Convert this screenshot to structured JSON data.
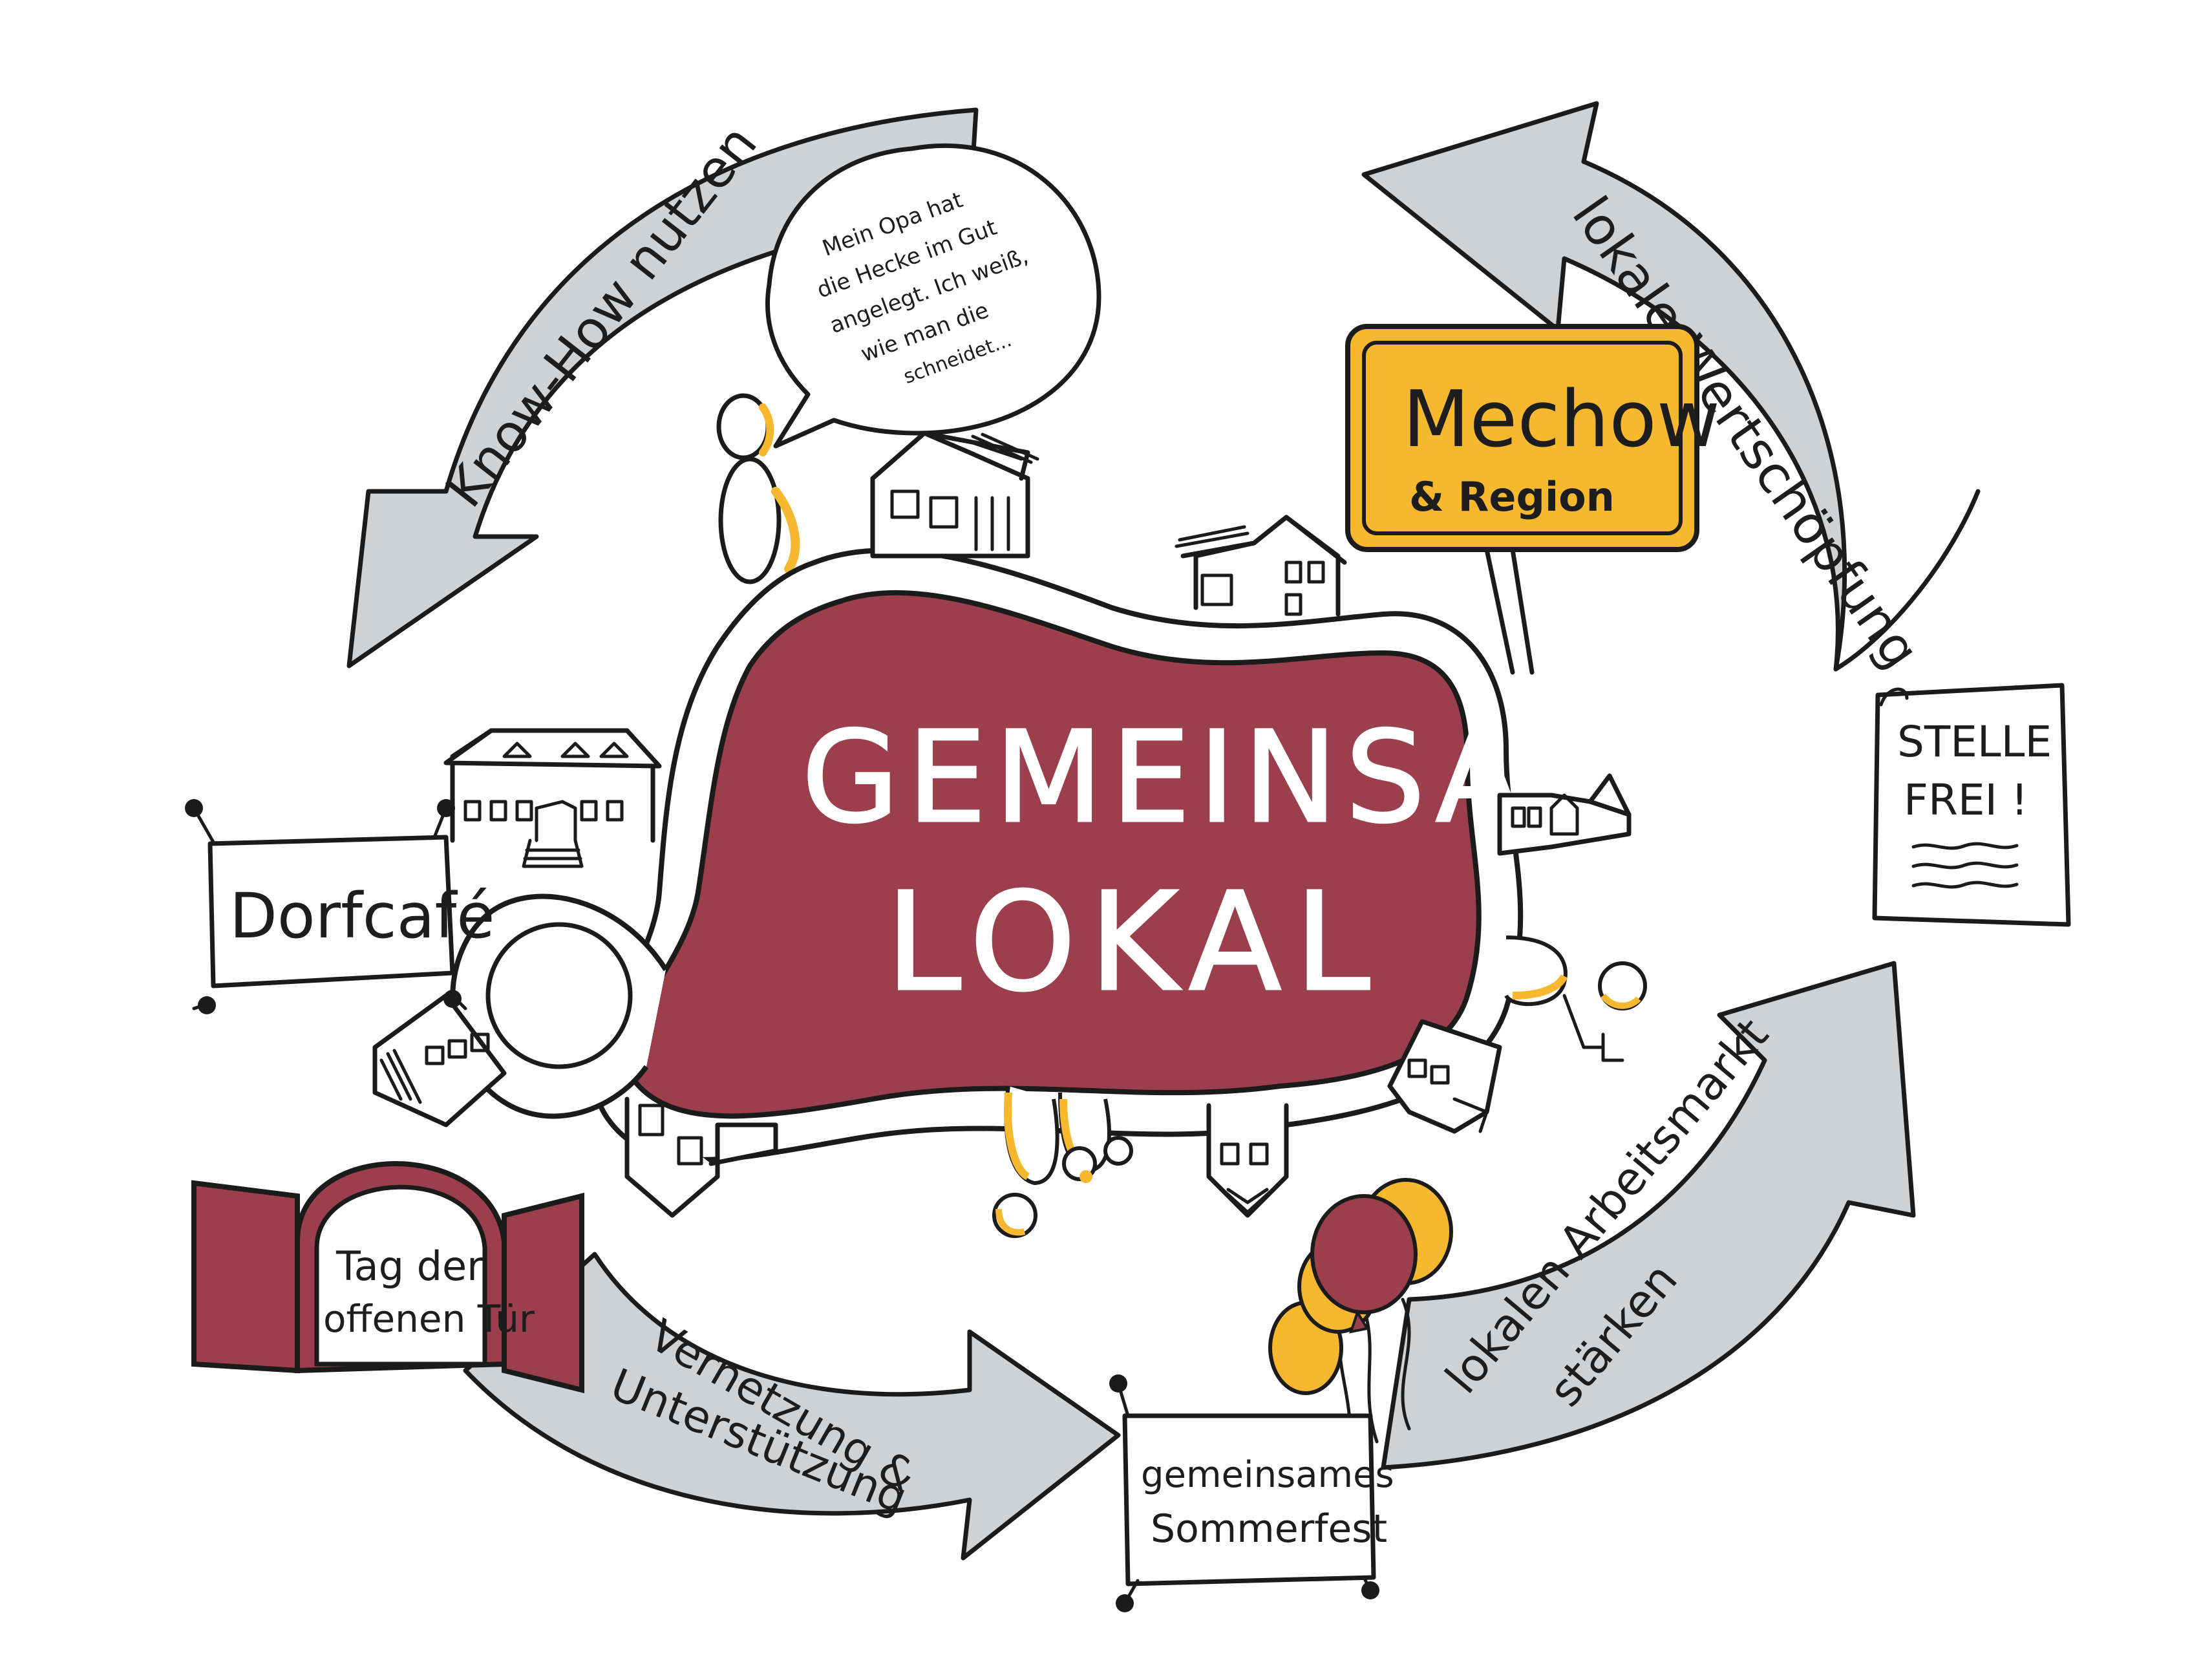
{
  "title": {
    "line1": "GEMEINSAM",
    "line2": "LOKAL"
  },
  "arrows": {
    "top_left": "Know-How nutzen",
    "top_right": "lokale Wertschöpfung",
    "bottom_left_line1": "Vernetzung &",
    "bottom_left_line2": "Unterstützung",
    "bottom_right_line1": "lokalen Arbeitsmarkt",
    "bottom_right_line2": "stärken"
  },
  "speech_bubble": {
    "lines": [
      "Mein Opa hat",
      "die Hecke im Gut",
      "angelegt. Ich weiß,",
      "wie man die",
      "schneidet..."
    ]
  },
  "town_sign": {
    "name": "Mechow",
    "sub": "& Region"
  },
  "signs": {
    "dorfcafe": "Dorfcafé",
    "door_line1": "Tag der",
    "door_line2": "offenen Tür",
    "fest_line1": "gemeinsames",
    "fest_line2": "Sommerfest",
    "job_line1": "STELLE",
    "job_line2": "FREI !"
  },
  "colors": {
    "maroon": "#9b3f4c",
    "yellow": "#f5b82e",
    "arrow_gray": "#cfd2d4",
    "ink": "#1b1b1b"
  }
}
